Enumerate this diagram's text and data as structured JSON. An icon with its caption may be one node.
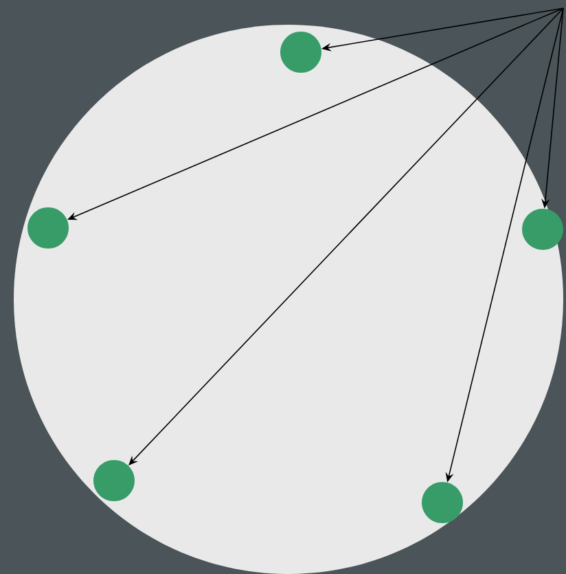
{
  "diagram": {
    "nodes": [
      {
        "text": [],
        "shape": "circle"
      },
      {
        "text": [],
        "shape": "circle",
        "in": 0
      },
      {
        "text": [],
        "shape": "circle",
        "in": 0
      },
      {
        "text": [],
        "shape": "circle",
        "in": 0
      },
      {
        "text": [],
        "shape": "circle",
        "in": 0
      },
      {
        "text": [],
        "shape": "circle",
        "in": 0
      }
    ],
    "edges": [
      {
        "from": null,
        "to": 1,
        "arrow": "to"
      },
      {
        "from": null,
        "to": 2,
        "arrow": "to"
      },
      {
        "from": null,
        "to": 3,
        "arrow": "to"
      },
      {
        "from": null,
        "to": 4,
        "arrow": "to"
      },
      {
        "from": null,
        "to": 5,
        "arrow": "to"
      }
    ]
  }
}
